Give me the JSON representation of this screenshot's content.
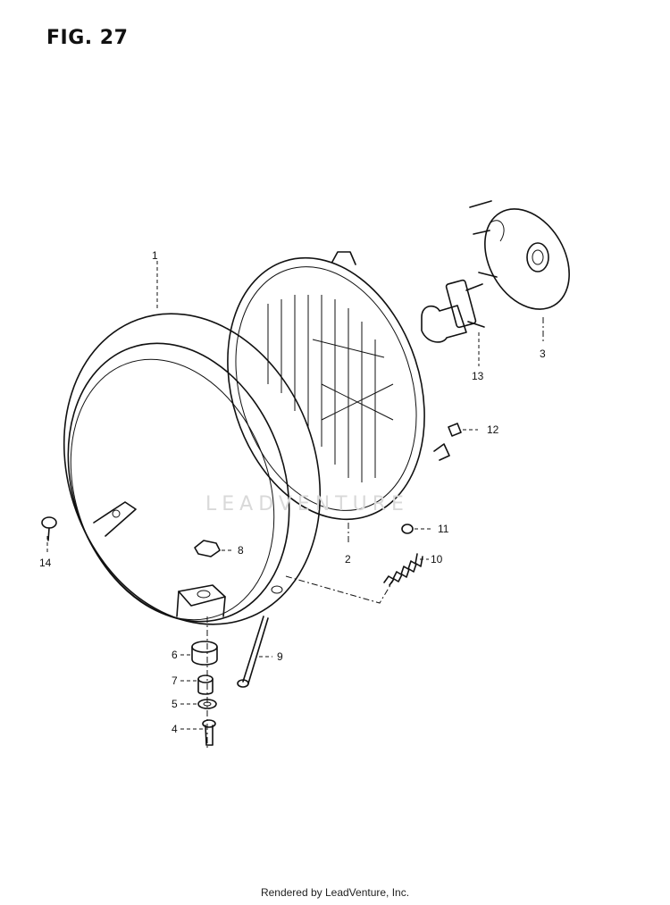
{
  "figure": {
    "title": "FIG. 27"
  },
  "watermark": "LEADVENTURE",
  "footer": "Rendered by LeadVenture, Inc.",
  "callouts": {
    "c1": "1",
    "c2": "2",
    "c3": "3",
    "c4": "4",
    "c5": "5",
    "c6": "6",
    "c7": "7",
    "c8": "8",
    "c9": "9",
    "c10": "10",
    "c11": "11",
    "c12": "12",
    "c13": "13",
    "c14": "14"
  }
}
